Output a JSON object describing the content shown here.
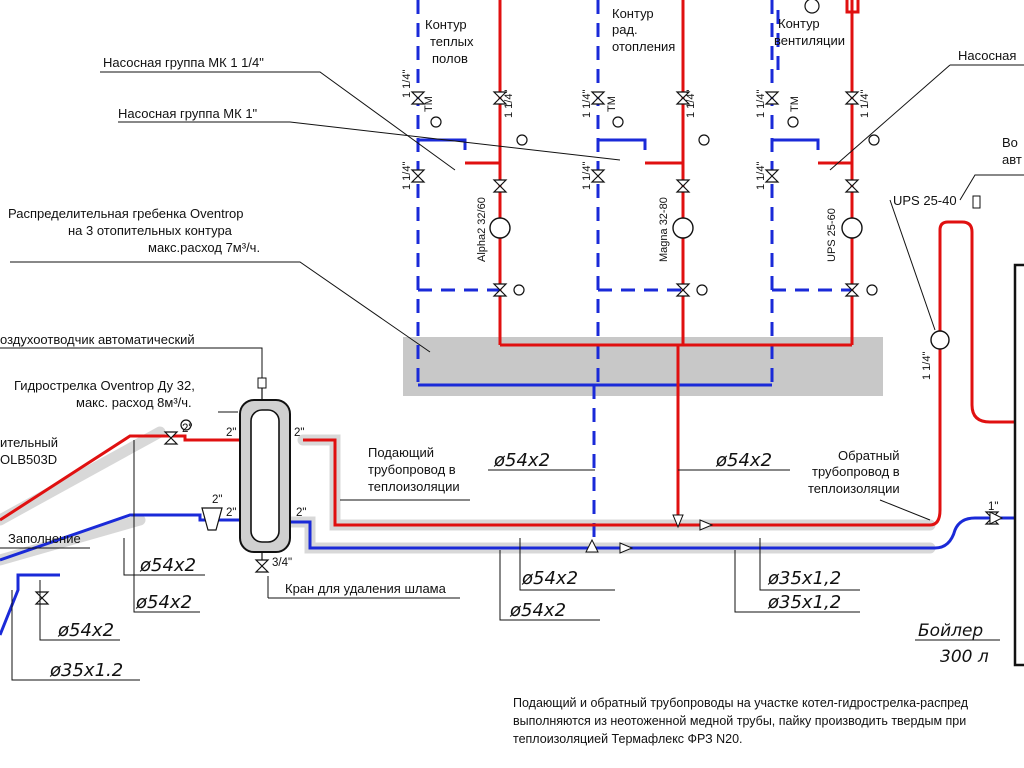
{
  "labels": {
    "contour_floor": [
      "Контур",
      "теплых",
      "полов"
    ],
    "contour_rad": [
      "Контур",
      "рад.",
      "отопления"
    ],
    "contour_vent": [
      "Контур",
      "вентиляции"
    ],
    "pump_group_1_4": "Насосная группа МК 1 1/4\"",
    "pump_group_1": "Насосная группа МК 1\"",
    "pump_group_right": "Насосная",
    "manifold": [
      "Распределительная гребенка Oventrop",
      "на 3 отопительных контура",
      "макс.расход 7м³/ч."
    ],
    "air_vent": "оздухоотводчик автоматический",
    "hydro_sep": [
      "Гидрострелка Oventrop Ду 32,",
      "макс. расход 8м³/ч."
    ],
    "boiler_left": [
      "ительный",
      "OLB503D"
    ],
    "filling": "Заполнение",
    "supply_pipe": [
      "Подающий",
      "трубопровод в",
      "теплоизоляции"
    ],
    "return_pipe": [
      "Обратный",
      "трубопровод в",
      "теплоизоляции"
    ],
    "sludge_valve": "Кран для удаления шлама",
    "ups": "UPS 25-40",
    "right_top": [
      "Во",
      "авт"
    ],
    "boiler_right": [
      "Бойлер",
      "300 л"
    ]
  },
  "pumps": [
    "Alpha2 32/60",
    "Magna 32-80",
    "UPS 25-60"
  ],
  "fittings": {
    "size_1_4": "1 1/4\"",
    "size_2": "2\"",
    "size_3_4": "3/4\"",
    "size_1": "1\"",
    "tm": "ТМ"
  },
  "dimensions": {
    "d54_top_left": "ø54x2",
    "d54_top_right": "ø54x2",
    "d54_mid_a": "ø54x2",
    "d54_mid_b": "ø54x2",
    "d54_left_a": "ø54x2",
    "d54_left_b": "ø54x2",
    "d54_left_c": "ø54x2",
    "d35_left": "ø35x1.2",
    "d35_right_a": "ø35x1,2",
    "d35_right_b": "ø35x1,2"
  },
  "note": [
    "Подающий и обратный трубопроводы на участке котел-гидрострелка-распред",
    "выполняются из неотоженной медной трубы, пайку производить твердым при",
    "теплоизоляцией Термафлекс ФРЗ N20."
  ],
  "colors": {
    "supply": "#e01010",
    "return": "#1a2ad8",
    "manifold_box": "#c8c8c8",
    "insulation": "#d8d8d8"
  }
}
